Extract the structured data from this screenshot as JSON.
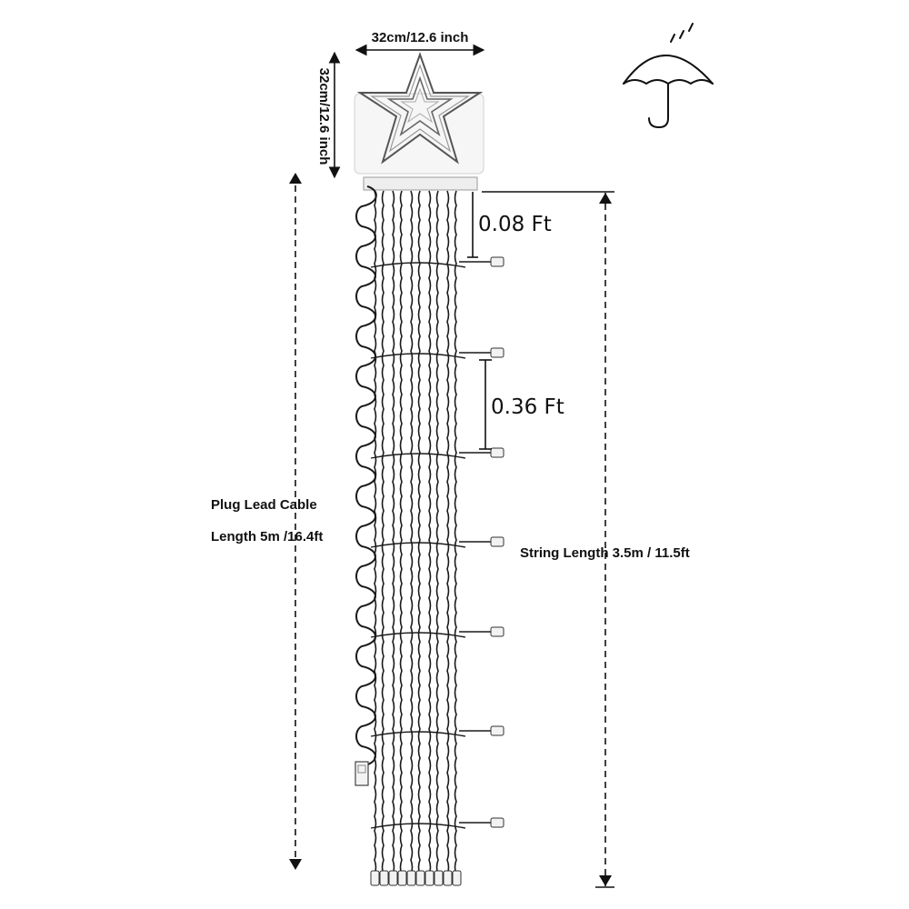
{
  "star": {
    "width_label": "32cm/12.6 inch",
    "height_label": "32cm/12.6 inch"
  },
  "dimensions": {
    "gap_top_label": "0.08 Ft",
    "gap_between_label": "0.36 Ft",
    "plug_cable_line1": "Plug Lead Cable",
    "plug_cable_line2": "Length 5m /16.4ft",
    "string_length_label": "String Length 3.5m / 11.5ft"
  },
  "icons": {
    "weather": "umbrella-rain-icon"
  },
  "colors": {
    "line": "#111111",
    "wire": "#1a1a1a",
    "bulb": "#f2f2f2"
  }
}
